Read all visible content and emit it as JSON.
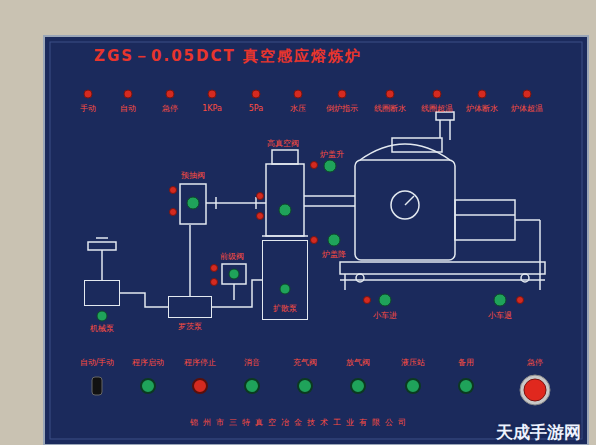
{
  "diagram": {
    "title": "ZGS－0.05DCT 真空感应熔炼炉",
    "nodes": [
      {
        "text": [
          "机械泵"
        ]
      },
      {
        "text": [
          "罗茨泵"
        ]
      },
      {
        "text": [
          "扩散泵"
        ]
      }
    ],
    "edges": [
      {
        "from": 0,
        "to": 1,
        "arrow": "none"
      },
      {
        "from": 1,
        "to": 2,
        "arrow": "none"
      }
    ],
    "labels": [
      "手动",
      "自动",
      "急停",
      "1KPa",
      "5Pa",
      "水压",
      "倒炉指示",
      "线圈断水",
      "线圈超温",
      "炉体断水",
      "炉体超温",
      "预抽阀",
      "高真空阀",
      "炉盖升",
      "前级阀",
      "炉盖降",
      "小车进",
      "小车退",
      "自动/手动",
      "程序启动",
      "程序停止",
      "消音",
      "充气阀",
      "放气阀",
      "液压站",
      "备用",
      "急停",
      "锦州市三特真空冶金技术工业有限公司",
      "天成手游网"
    ]
  }
}
